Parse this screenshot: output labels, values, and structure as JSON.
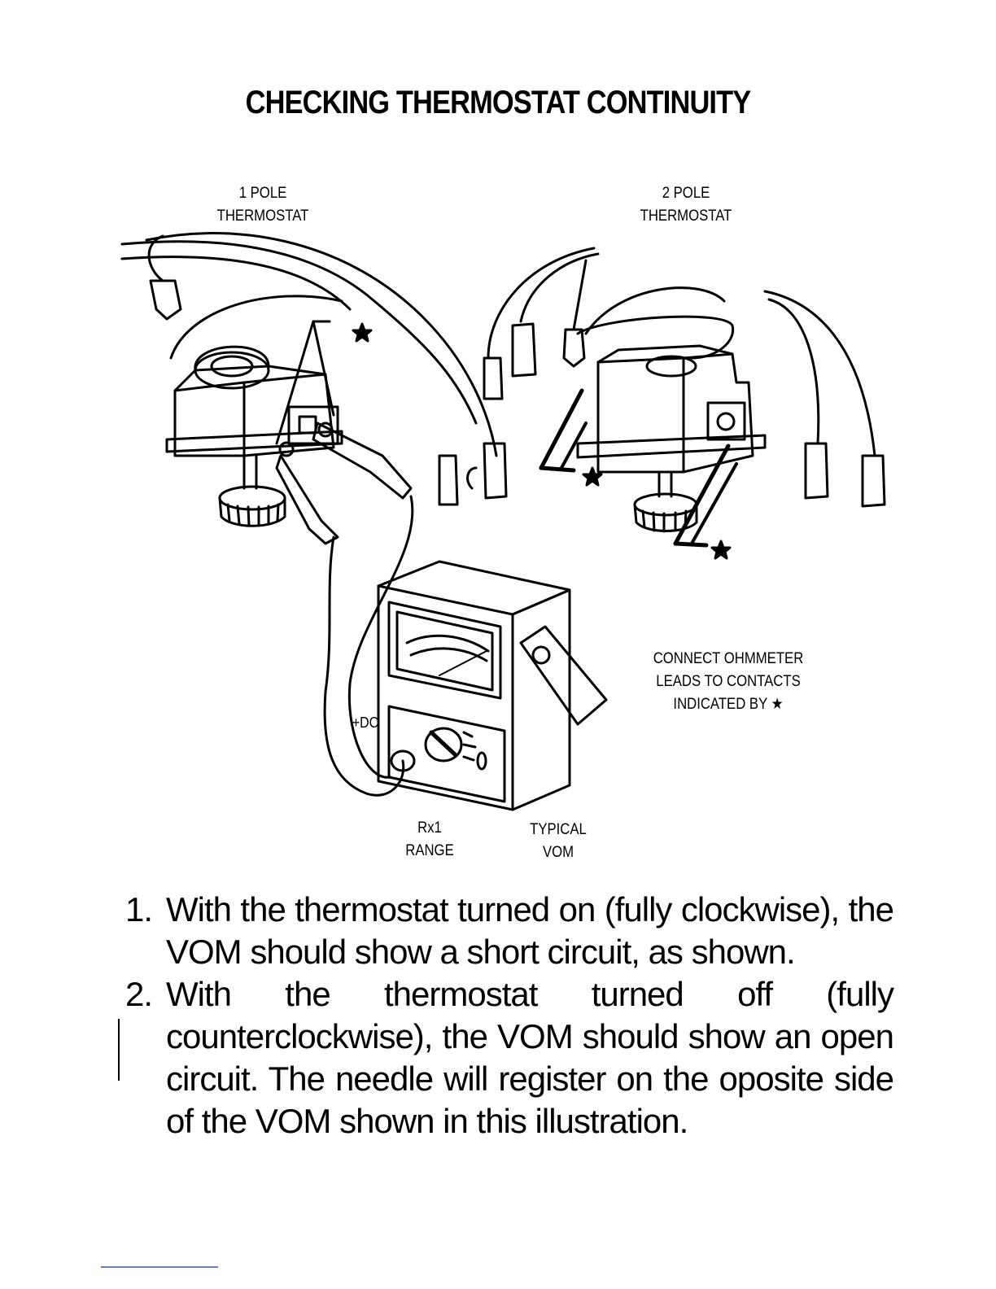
{
  "title": "CHECKING THERMOSTAT CONTINUITY",
  "figure": {
    "one_pole_label_line1": "1 POLE",
    "one_pole_label_line2": "THERMOSTAT",
    "two_pole_label_line1": "2 POLE",
    "two_pole_label_line2": "THERMOSTAT",
    "callout_line1": "CONNECT OHMMETER",
    "callout_line2": "LEADS TO CONTACTS",
    "callout_line3": "INDICATED BY ★",
    "dc_label": "+DC",
    "range_label_line1": "Rx1",
    "range_label_line2": "RANGE",
    "vom_label_line1": "TYPICAL",
    "vom_label_line2": "VOM",
    "star_symbol": "★"
  },
  "steps": [
    {
      "number": "1.",
      "text": "With the thermostat turned on (fully clockwise), the VOM should show a short circuit, as shown."
    },
    {
      "number": "2.",
      "text": "With the thermostat turned off (fully counterclockwise), the VOM should show an open circuit. The needle will register on the oposite side of the VOM shown in this illustration."
    }
  ]
}
